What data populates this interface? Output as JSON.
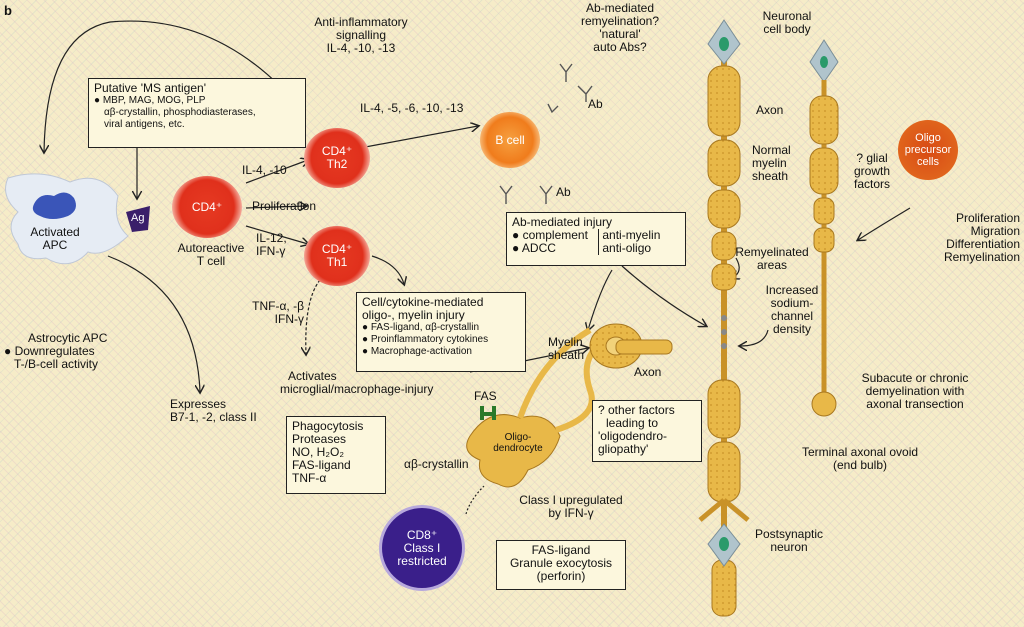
{
  "panel_label": "b",
  "cells": {
    "apc_label_1": "Activated",
    "apc_label_2": "APC",
    "ag": "Ag",
    "cd4_auto": "CD4⁺",
    "cd4_th2_1": "CD4⁺",
    "cd4_th2_2": "Th2",
    "cd4_th1_1": "CD4⁺",
    "cd4_th1_2": "Th1",
    "b_cell": "B cell",
    "oligo_prec_1": "Oligo",
    "oligo_prec_2": "precursor",
    "oligo_prec_3": "cells",
    "cd8_1": "CD8⁺",
    "cd8_2": "Class I",
    "cd8_3": "restricted",
    "oligodendrocyte_1": "Oligo-",
    "oligodendrocyte_2": "dendrocyte",
    "myelin_sheath_1": "Myelin",
    "myelin_sheath_2": "sheath",
    "fas": "FAS"
  },
  "boxes": {
    "ms_antigen": {
      "title": "Putative 'MS antigen'",
      "lines": [
        "● MBP, MAG, MOG, PLP",
        "αβ-crystallin, phosphodiasterases,",
        "viral antigens, etc."
      ]
    },
    "ab_injury": {
      "title": "Ab-mediated injury",
      "row1_left": "● complement",
      "row1_right": "anti-myelin",
      "row2_left": "● ADCC",
      "row2_right": "anti-oligo"
    },
    "cell_mediated": {
      "title_1": "Cell/cytokine-mediated",
      "title_2": "oligo-, myelin injury",
      "items": [
        "● FAS-ligand, αβ-crystallin",
        "● Proinflammatory cytokines",
        "● Macrophage-activation"
      ]
    },
    "phagocytosis": {
      "lines": [
        "Phagocytosis",
        "Proteases",
        "NO, H₂O₂",
        "FAS-ligand",
        "TNF-α"
      ]
    },
    "other_factors": {
      "lines": [
        "? other factors",
        "leading to",
        "'oligodendro-",
        "gliopathy'"
      ]
    },
    "fas_ligand": {
      "lines": [
        "FAS-ligand",
        "Granule exocytosis",
        "(perforin)"
      ]
    }
  },
  "labels": {
    "anti_inflam_1": "Anti-inflammatory",
    "anti_inflam_2": "signalling",
    "anti_inflam_3": "IL-4, -10, -13",
    "il_th2_to_b": "IL-4, -5, -6, -10, -13",
    "ab_remyel_1": "Ab-mediated",
    "ab_remyel_2": "remyelination?",
    "ab_remyel_3": "'natural'",
    "ab_remyel_4": "auto Abs?",
    "ab_1": "Ab",
    "ab_2": "Ab",
    "il4_10": "IL-4, -10",
    "proliferation": "Proliferation",
    "il12_1": "IL-12,",
    "il12_2": "IFN-γ",
    "autoreactive_1": "Autoreactive",
    "autoreactive_2": "T cell",
    "tnf_1": "TNF-α, -β",
    "tnf_2": "IFN-γ",
    "activates_1": "Activates",
    "activates_2": "microglial/macrophage-injury",
    "astro_1": "Astrocytic APC",
    "astro_2": "● Downregulates",
    "astro_3": "T-/B-cell activity",
    "expresses_1": "Expresses",
    "expresses_2": "B7-1, -2, class II",
    "neuronal_1": "Neuronal",
    "neuronal_2": "cell body",
    "axon_1": "Axon",
    "normal_1": "Normal",
    "normal_2": "myelin",
    "normal_3": "sheath",
    "remyel_1": "Remyelinated",
    "remyel_2": "areas",
    "increased_1": "Increased",
    "increased_2": "sodium-",
    "increased_3": "channel",
    "increased_4": "density",
    "glial_1": "? glial",
    "glial_2": "growth",
    "glial_3": "factors",
    "prolif_2": "Proliferation",
    "migration": "Migration",
    "differentiation": "Differentiation",
    "remyelination": "Remyelination",
    "axon_2": "Axon",
    "subacute_1": "Subacute or chronic",
    "subacute_2": "demyelination with",
    "subacute_3": "axonal transection",
    "terminal_1": "Terminal axonal ovoid",
    "terminal_2": "(end bulb)",
    "postsyn_1": "Postsynaptic",
    "postsyn_2": "neuron",
    "ab_crystallin": "αβ-crystallin",
    "class1_1": "Class I upregulated",
    "class1_2": "by IFN-γ"
  },
  "colors": {
    "axon_fill": "#e8b848",
    "red_cell": "#e0301c",
    "orange_cell": "#f07c1c",
    "cd8_fill": "#3a1f8a",
    "apc_blue": "#3a55b8",
    "neuron_green": "#2a9a6a"
  }
}
